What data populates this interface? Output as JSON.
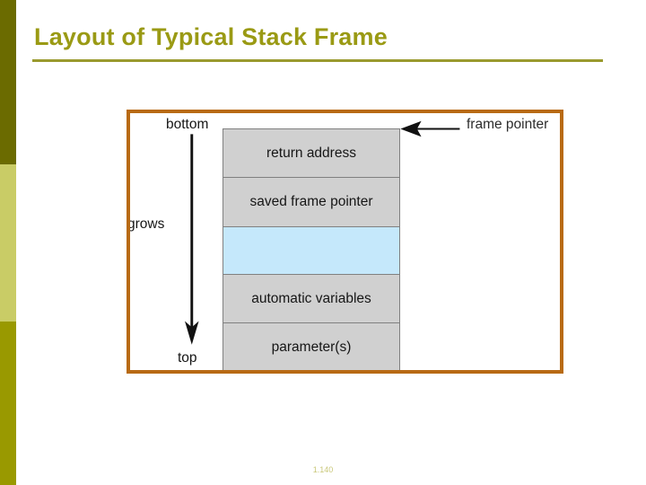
{
  "slide": {
    "title": "Layout of Typical Stack Frame",
    "page_number": "1.140",
    "background_color": "#ffffff",
    "title_color": "#9a9a14",
    "rule_color": "#9a9a2e",
    "page_number_color": "#c9c87a"
  },
  "sidebar": {
    "bands": [
      {
        "name": "top-band",
        "color": "#6b6b00"
      },
      {
        "name": "middle-band",
        "color": "#c9cc66"
      },
      {
        "name": "bottom-band",
        "color": "#999900"
      }
    ]
  },
  "diagram": {
    "frame_border_color": "#b86a14",
    "cell_fill_color": "#d0d0d0",
    "highlight_fill_color": "#c5e8fb",
    "cell_border_color": "#808080",
    "labels": {
      "bottom": "bottom",
      "grows": "grows",
      "top": "top",
      "frame_pointer": "frame pointer"
    },
    "stack_cells": [
      {
        "label": "return address",
        "highlight": false
      },
      {
        "label": "saved frame pointer",
        "highlight": false
      },
      {
        "label": "",
        "highlight": true
      },
      {
        "label": "automatic variables",
        "highlight": false
      },
      {
        "label": "parameter(s)",
        "highlight": false
      }
    ]
  }
}
